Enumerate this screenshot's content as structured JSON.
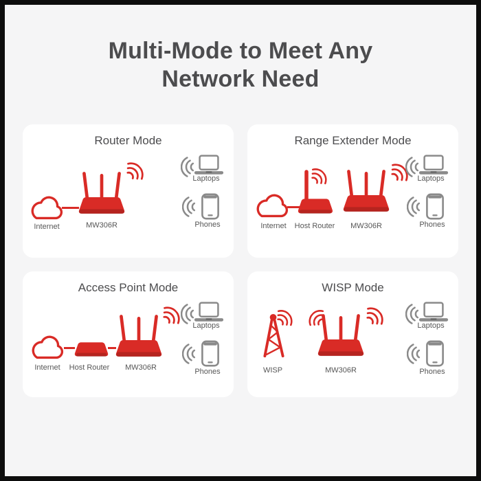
{
  "page": {
    "title_line1": "Multi-Mode to Meet Any",
    "title_line2": "Network Need"
  },
  "colors": {
    "page_bg": "#f5f5f6",
    "card_bg": "#ffffff",
    "frame_black": "#0d0d0d",
    "brand_red": "#d92b26",
    "device_gray": "#8a8a8a",
    "heading_gray": "#4c4c4e",
    "label_gray": "#565656"
  },
  "icons": {
    "internet": "cloud-icon",
    "router": "wifi-router-icon",
    "host_router": "router-box-icon",
    "wisp": "radio-tower-icon",
    "laptops": "laptop-icon",
    "phones": "smartphone-icon",
    "signal": "wifi-waves-icon"
  },
  "cards": [
    {
      "title": "Router Mode",
      "nodes": {
        "internet": "Internet",
        "router": "MW306R"
      },
      "clients": {
        "laptops": "Laptops",
        "phones": "Phones"
      }
    },
    {
      "title": "Range Extender Mode",
      "nodes": {
        "internet": "Internet",
        "host_router": "Host Router",
        "router": "MW306R"
      },
      "clients": {
        "laptops": "Laptops",
        "phones": "Phones"
      }
    },
    {
      "title": "Access Point Mode",
      "nodes": {
        "internet": "Internet",
        "host_router": "Host Router",
        "router": "MW306R"
      },
      "clients": {
        "laptops": "Laptops",
        "phones": "Phones"
      }
    },
    {
      "title": "WISP Mode",
      "nodes": {
        "wisp": "WISP",
        "router": "MW306R"
      },
      "clients": {
        "laptops": "Laptops",
        "phones": "Phones"
      }
    }
  ]
}
